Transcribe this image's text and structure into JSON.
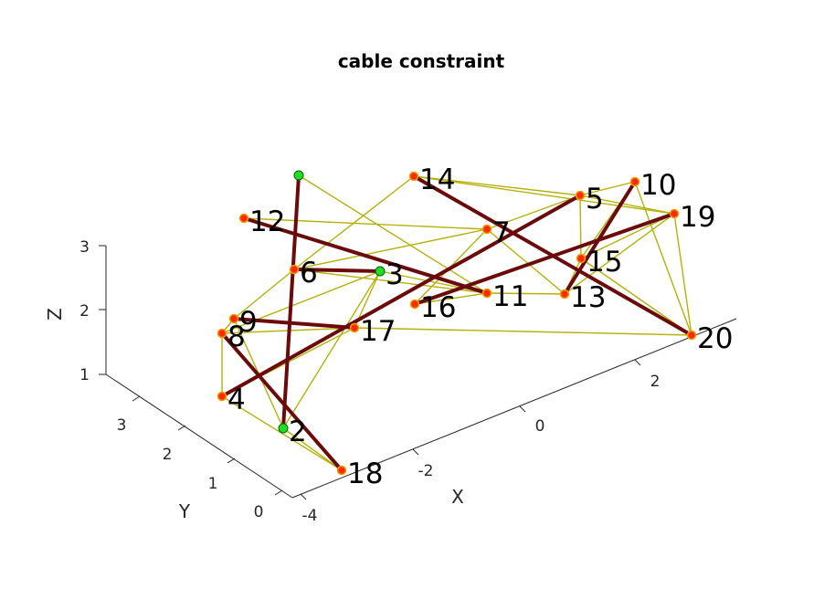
{
  "chart_data": {
    "type": "network-3d",
    "title": "cable constraint",
    "xlabel": "X",
    "ylabel": "Y",
    "zlabel": "Z",
    "x_ticks": [
      "-4",
      "-2",
      "0",
      "2"
    ],
    "y_ticks": [
      "0",
      "1",
      "2",
      "3"
    ],
    "z_ticks": [
      "1",
      "2",
      "3"
    ],
    "colors": {
      "cable": "#b5b00a",
      "strut": "#6b0a0a",
      "free_node": "#ff2a00",
      "free_node_edge": "#e8a000",
      "fixed_node": "#22dd22",
      "fixed_node_edge": "#006600"
    },
    "nodes": [
      {
        "id": "1",
        "label": "",
        "fixed": true
      },
      {
        "id": "2",
        "label": "2",
        "fixed": true
      },
      {
        "id": "3",
        "label": "3",
        "fixed": true
      },
      {
        "id": "4",
        "label": "4",
        "fixed": false
      },
      {
        "id": "5",
        "label": "5",
        "fixed": false
      },
      {
        "id": "6",
        "label": "6",
        "fixed": false
      },
      {
        "id": "7",
        "label": "7",
        "fixed": false
      },
      {
        "id": "8",
        "label": "8",
        "fixed": false
      },
      {
        "id": "9",
        "label": "9",
        "fixed": false
      },
      {
        "id": "10",
        "label": "10",
        "fixed": false
      },
      {
        "id": "11",
        "label": "11",
        "fixed": false
      },
      {
        "id": "12",
        "label": "12",
        "fixed": false
      },
      {
        "id": "13",
        "label": "13",
        "fixed": false
      },
      {
        "id": "14",
        "label": "14",
        "fixed": false
      },
      {
        "id": "15",
        "label": "15",
        "fixed": false
      },
      {
        "id": "16",
        "label": "16",
        "fixed": false
      },
      {
        "id": "17",
        "label": "17",
        "fixed": false
      },
      {
        "id": "18",
        "label": "18",
        "fixed": false
      },
      {
        "id": "19",
        "label": "19",
        "fixed": false
      },
      {
        "id": "20",
        "label": "20",
        "fixed": false
      }
    ],
    "struts": [
      [
        "1",
        "2"
      ],
      [
        "14",
        "20"
      ],
      [
        "9",
        "17"
      ],
      [
        "8",
        "18"
      ],
      [
        "4",
        "5"
      ],
      [
        "12",
        "11"
      ],
      [
        "6",
        "3"
      ],
      [
        "16",
        "19"
      ],
      [
        "10",
        "13"
      ]
    ],
    "cables": [
      [
        "1",
        "6"
      ],
      [
        "1",
        "11"
      ],
      [
        "6",
        "14"
      ],
      [
        "14",
        "5"
      ],
      [
        "14",
        "19"
      ],
      [
        "5",
        "19"
      ],
      [
        "5",
        "15"
      ],
      [
        "10",
        "15"
      ],
      [
        "19",
        "15"
      ],
      [
        "10",
        "20"
      ],
      [
        "19",
        "20"
      ],
      [
        "15",
        "20"
      ],
      [
        "15",
        "13"
      ],
      [
        "12",
        "7"
      ],
      [
        "7",
        "5"
      ],
      [
        "7",
        "16"
      ],
      [
        "7",
        "6"
      ],
      [
        "7",
        "13"
      ],
      [
        "16",
        "11"
      ],
      [
        "11",
        "13"
      ],
      [
        "13",
        "19"
      ],
      [
        "6",
        "9"
      ],
      [
        "6",
        "11"
      ],
      [
        "3",
        "11"
      ],
      [
        "3",
        "17"
      ],
      [
        "3",
        "8"
      ],
      [
        "3",
        "2"
      ],
      [
        "8",
        "9"
      ],
      [
        "8",
        "17"
      ],
      [
        "9",
        "2"
      ],
      [
        "8",
        "4"
      ],
      [
        "4",
        "17"
      ],
      [
        "4",
        "18"
      ],
      [
        "17",
        "20"
      ],
      [
        "2",
        "18"
      ],
      [
        "6",
        "2"
      ],
      [
        "10",
        "5"
      ]
    ]
  }
}
